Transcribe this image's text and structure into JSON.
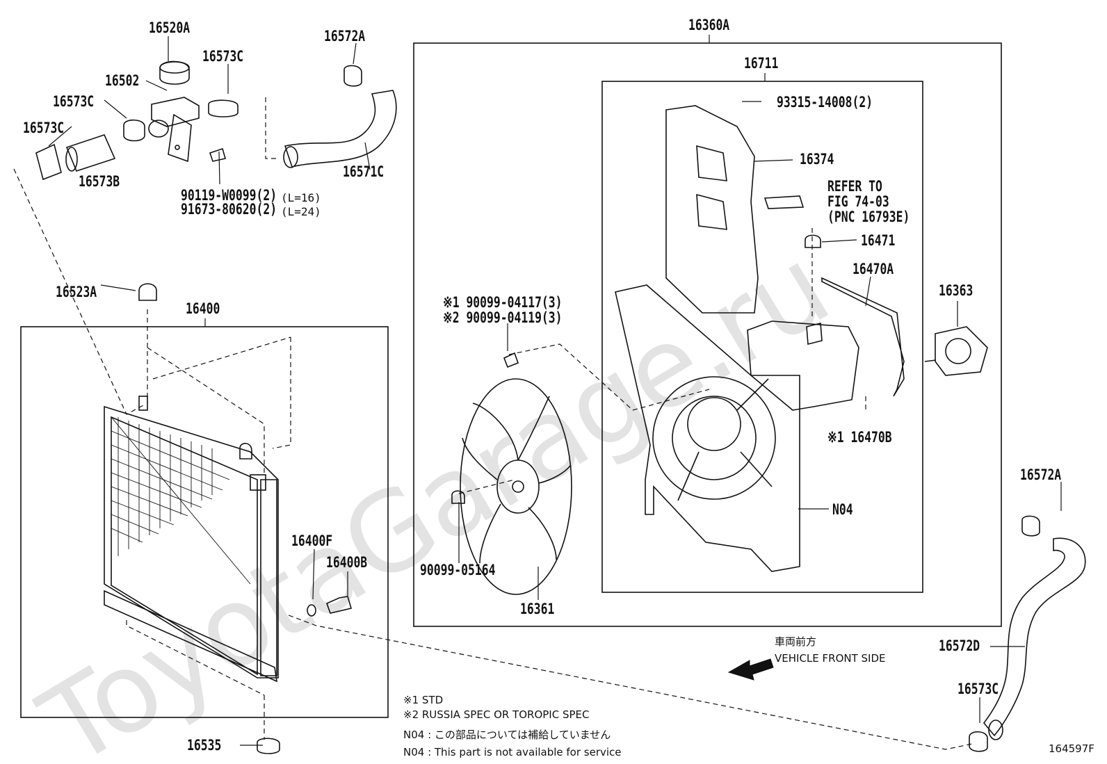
{
  "watermark": "ToyotaGarage.ru",
  "diagram_id": "164597F",
  "labels": {
    "p16520A": "16520A",
    "p16502": "16502",
    "p16573C_a": "16573C",
    "p16573C_b": "16573C",
    "p16573C_c": "16573C",
    "p16573B": "16573B",
    "p16572A_a": "16572A",
    "p16571C": "16571C",
    "p90119": "90119-W0099(2)",
    "p90119_len": "(L=16)",
    "p91673": "91673-80620(2)",
    "p91673_len": "(L=24)",
    "p16523A": "16523A",
    "p16400": "16400",
    "p16400F": "16400F",
    "p16400B": "16400B",
    "p16535": "16535",
    "p16360A": "16360A",
    "p16711": "16711",
    "p93315": "93315-14008(2)",
    "p16374": "16374",
    "refer1": "REFER TO",
    "refer2": "FIG 74-03",
    "refer3": "(PNC 16793E)",
    "p16471": "16471",
    "p16470A": "16470A",
    "p16363": "16363",
    "p90099_1": "※1 90099-04117(3)",
    "p90099_2": "※2 90099-04119(3)",
    "p16470B": "※1 16470B",
    "pN04": "N04",
    "p90099_05164": "90099-05164",
    "p16361": "16361",
    "p16572A_b": "16572A",
    "p16572D": "16572D",
    "p16573C_d": "16573C"
  },
  "notes": {
    "front_jp": "車両前方",
    "front_en": "VEHICLE FRONT SIDE",
    "std": "※1 STD",
    "russia": "※2 RUSSIA SPEC OR TOROPIC SPEC",
    "n04_jp": "N04 : この部品については補給していません",
    "n04_en": "N04 : This part is not available for service"
  },
  "colors": {
    "ink": "#111111",
    "watermark": "#e3e3e3"
  }
}
